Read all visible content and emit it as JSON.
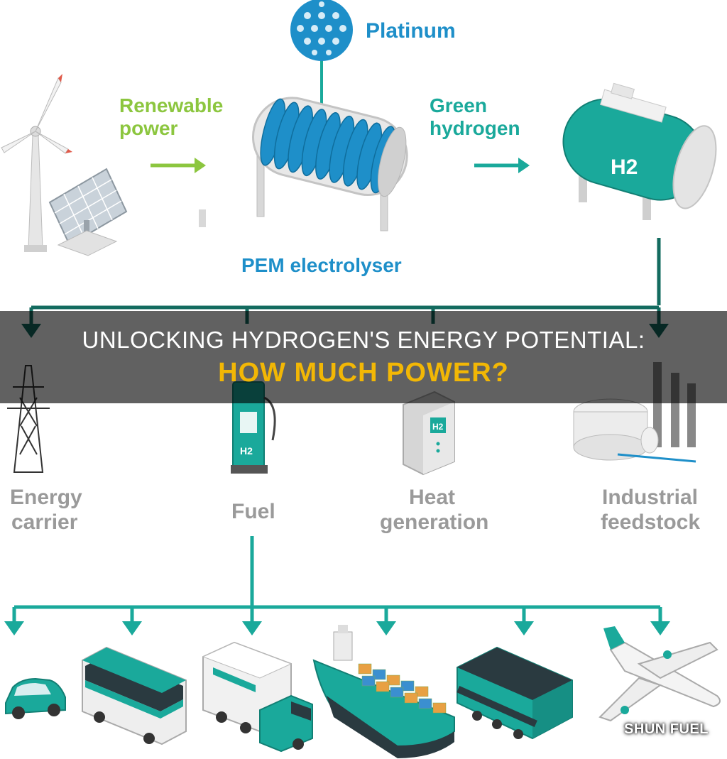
{
  "labels": {
    "platinum": "Platinum",
    "renewable_1": "Renewable",
    "renewable_2": "power",
    "green_1": "Green",
    "green_2": "hydrogen",
    "h2": "H2",
    "pem": "PEM electrolyser",
    "energy_carrier_1": "Energy",
    "energy_carrier_2": "carrier",
    "fuel": "Fuel",
    "heat_1": "Heat",
    "heat_2": "generation",
    "industrial_1": "Industrial",
    "industrial_2": "feedstock"
  },
  "banner": {
    "line1": "UNLOCKING HYDROGEN'S ENERGY POTENTIAL:",
    "line2": "HOW MUCH POWER?"
  },
  "watermark": "SHUN FUEL",
  "colors": {
    "green": "#8cc63f",
    "teal": "#1aa99b",
    "blue": "#1e8fc9",
    "dark_teal": "#136b5f",
    "gray_label": "#9a9a9a",
    "banner_accent": "#f2b705"
  },
  "icons": [
    "wind-turbine-icon",
    "solar-panel-icon",
    "electrolyser-icon",
    "h2-tank-icon",
    "power-pylon-icon",
    "fuel-pump-icon",
    "heat-boiler-icon",
    "industrial-plant-icon",
    "car-icon",
    "bus-icon",
    "truck-icon",
    "cargo-ship-icon",
    "locomotive-icon",
    "airplane-icon"
  ]
}
